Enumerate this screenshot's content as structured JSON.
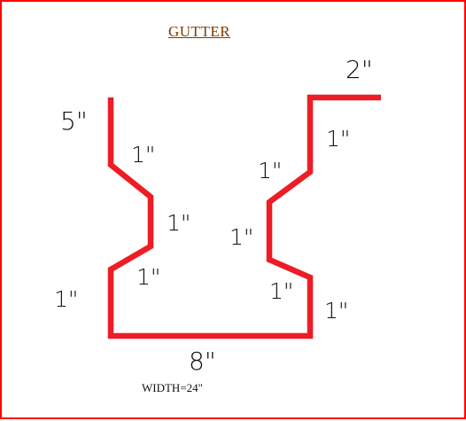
{
  "title": "GUTTER",
  "colors": {
    "border": "#ff0000",
    "profile": "#ee1c24",
    "title": "#7a3b00",
    "text": "#111111"
  },
  "segment_labels": {
    "left_top": "5\"",
    "left_slope_upper": "1\"",
    "left_vertical_mid": "1\"",
    "left_slope_lower": "1\"",
    "left_bottom": "1\"",
    "bottom": "8\"",
    "right_bottom": "1\"",
    "right_slope_lower": "1\"",
    "right_vertical_mid": "1\"",
    "right_slope_upper": "1\"",
    "right_top": "1\"",
    "top_flange": "2\""
  },
  "width_note": "WIDTH=24\""
}
